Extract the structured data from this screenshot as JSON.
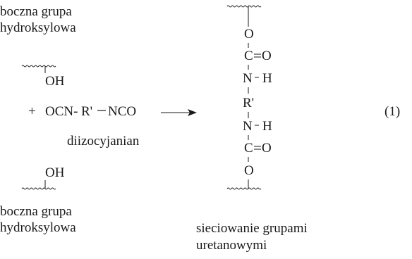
{
  "left_top_label": {
    "line1": "boczna grupa",
    "line2": "hydroksylowa"
  },
  "left_top_group": "OH",
  "reagent": {
    "plus": "+",
    "formula_prefix": "OCN-",
    "r_prime": "R'",
    "formula_suffix": "NCO"
  },
  "reagent_name": "diizocyjanian",
  "left_bottom_group": "OH",
  "left_bottom_label": {
    "line1": "boczna grupa",
    "line2": "hydroksylowa"
  },
  "chain": {
    "o_top": "O",
    "c_top": "C",
    "o_double_top": "O",
    "n_top": "N",
    "h_top": "H",
    "r_prime": "R'",
    "n_bottom": "N",
    "h_bottom": "H",
    "c_bottom": "C",
    "o_double_bottom": "O",
    "o_bottom": "O"
  },
  "product_label": {
    "line1": "sieciowanie grupami",
    "line2": "uretanowymi"
  },
  "equation_number": "(1)"
}
